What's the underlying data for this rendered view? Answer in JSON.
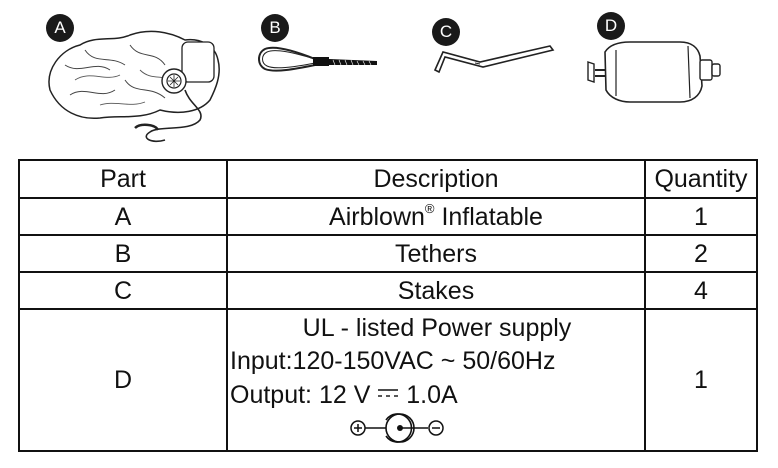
{
  "illustrations": [
    {
      "badge": "A",
      "icon": "inflatable-icon"
    },
    {
      "badge": "B",
      "icon": "tether-icon"
    },
    {
      "badge": "C",
      "icon": "stake-icon"
    },
    {
      "badge": "D",
      "icon": "power-adapter-icon"
    }
  ],
  "table": {
    "headers": [
      "Part",
      "Description",
      "Quantity"
    ],
    "rows": [
      {
        "part": "A",
        "description": "Airblown",
        "description_mark": "®",
        "description_suffix": " Inflatable",
        "quantity": "1"
      },
      {
        "part": "B",
        "description": "Tethers",
        "quantity": "2"
      },
      {
        "part": "C",
        "description": "Stakes",
        "quantity": "4"
      },
      {
        "part": "D",
        "description_lines": [
          "UL - listed Power supply",
          "Input:120-150VAC ~ 50/60Hz",
          "Output: 12 V",
          "1.0A"
        ],
        "quantity": "1"
      }
    ]
  }
}
